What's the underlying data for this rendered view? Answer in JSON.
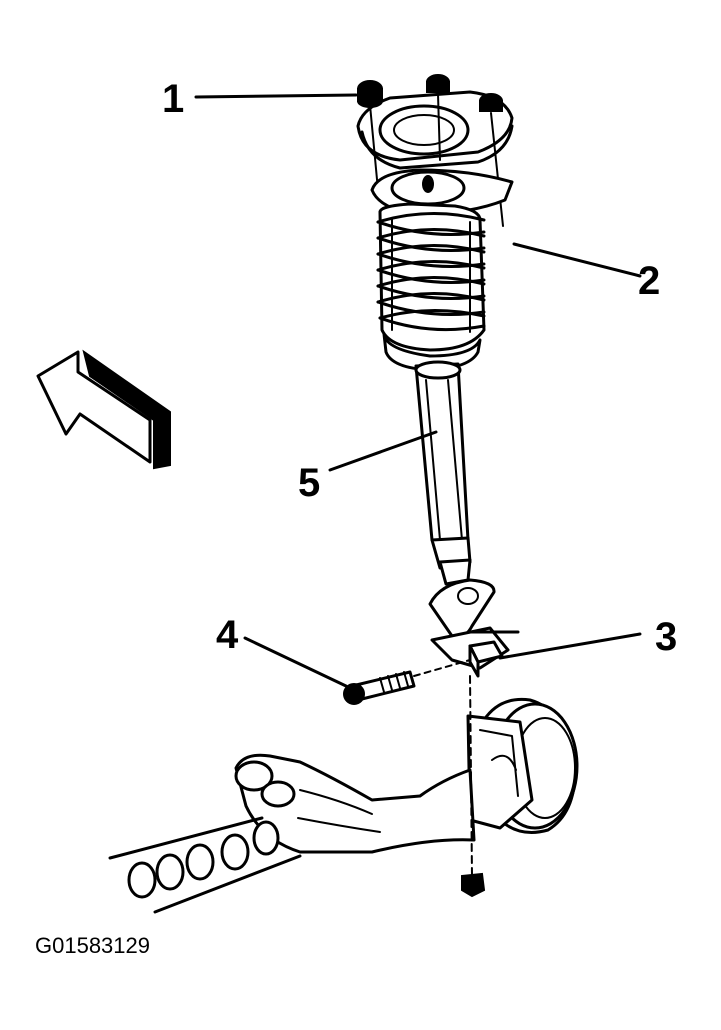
{
  "callouts": {
    "c1": "1",
    "c2": "2",
    "c3": "3",
    "c4": "4",
    "c5": "5"
  },
  "figure_id": "G01583129",
  "direction_arrow_icon": "forward-arrow-icon"
}
